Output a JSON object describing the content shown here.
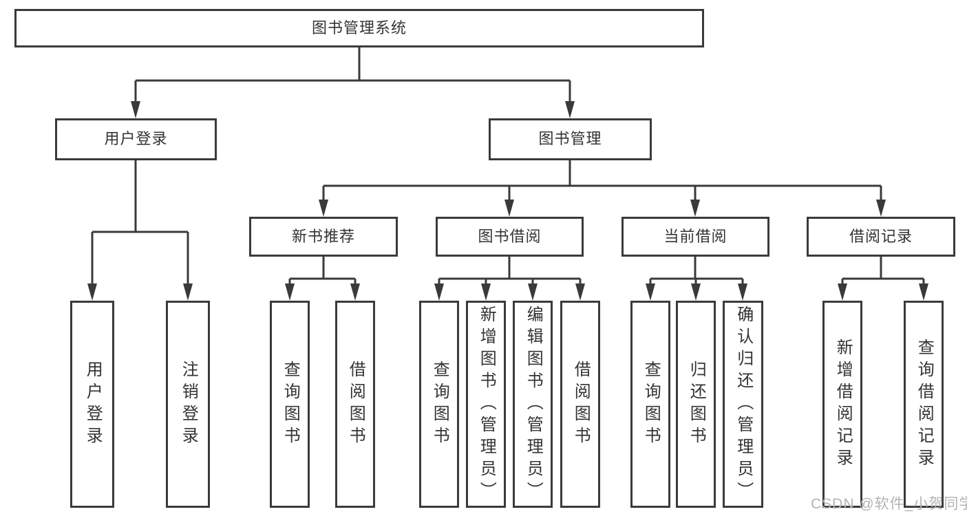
{
  "colors": {
    "line": "#3a3a3a",
    "box_border": "#3a3a3a",
    "box_background": "#ffffff",
    "text": "#333333",
    "page_background": "#ffffff",
    "watermark": "#b3b3b3"
  },
  "watermark": {
    "text": "CSDN @软件_小贺同学"
  },
  "tree": {
    "root": {
      "label": "图书管理系统"
    },
    "level2": [
      {
        "label": "用户登录",
        "leaves": [
          {
            "label": "用户登录"
          },
          {
            "label": "注销登录"
          }
        ]
      },
      {
        "label": "图书管理",
        "groups": [
          {
            "label": "新书推荐",
            "leaves": [
              {
                "label": "查询图书"
              },
              {
                "label": "借阅图书"
              }
            ]
          },
          {
            "label": "图书借阅",
            "leaves": [
              {
                "label": "查询图书"
              },
              {
                "label": "新增图书（管理员）"
              },
              {
                "label": "编辑图书（管理员）"
              },
              {
                "label": "借阅图书"
              }
            ]
          },
          {
            "label": "当前借阅",
            "leaves": [
              {
                "label": "查询图书"
              },
              {
                "label": "归还图书"
              },
              {
                "label": "确认归还（管理员）"
              }
            ]
          },
          {
            "label": "借阅记录",
            "leaves": [
              {
                "label": "新增借阅记录"
              },
              {
                "label": "查询借阅记录"
              }
            ]
          }
        ]
      }
    ]
  }
}
